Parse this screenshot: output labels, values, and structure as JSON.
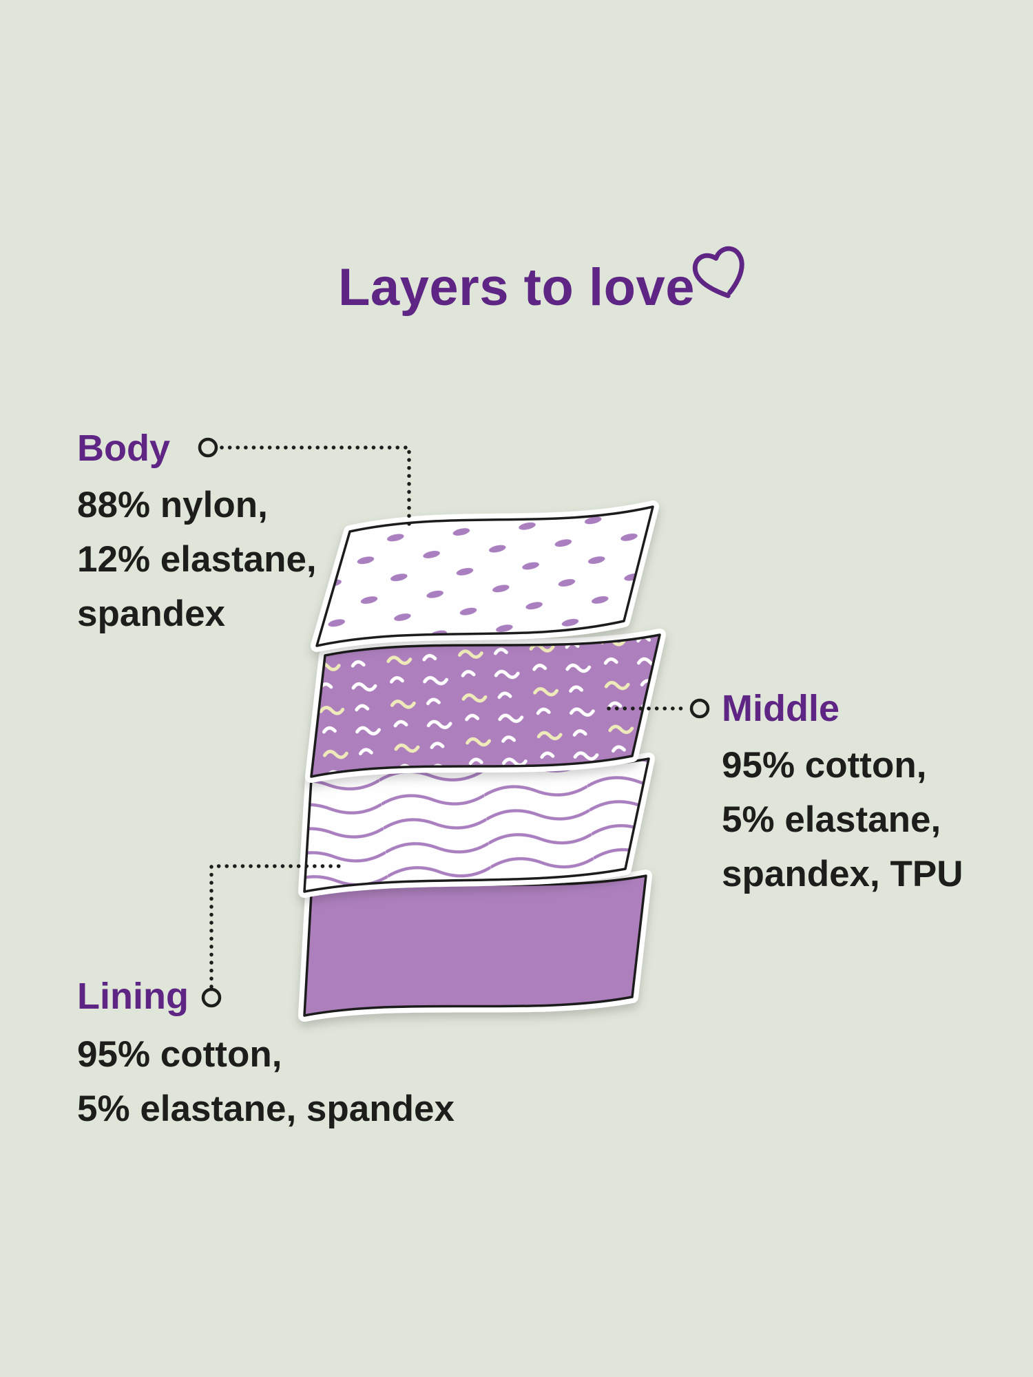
{
  "title": "Layers to love",
  "heart_icon": "heart-outline",
  "colors": {
    "background": "#dfe5d9",
    "heading_purple": "#5e2584",
    "body_text": "#1d1d1b",
    "layer_purple": "#ad80bd",
    "pattern_purple": "#aa7fc0",
    "stitch_white": "#ffffff",
    "stitch_yellow": "#efeab9",
    "sheet_white": "#fefefe",
    "outline_dark": "#1d1d1b"
  },
  "callouts": {
    "body": {
      "label": "Body",
      "lines": [
        "88% nylon,",
        "12% elastane,",
        "spandex"
      ]
    },
    "middle": {
      "label": "Middle",
      "lines": [
        "95% cotton,",
        "5% elastane,",
        "spandex, TPU"
      ]
    },
    "lining": {
      "label": "Lining",
      "lines": [
        "95% cotton,",
        "5% elastane, spandex"
      ]
    }
  },
  "layers": [
    {
      "name": "body-layer",
      "appearance": "white sheet with purple dash marks"
    },
    {
      "name": "middle-layer",
      "appearance": "purple sheet with white and yellow stitch marks"
    },
    {
      "name": "inner-layer",
      "appearance": "white sheet with purple wavy lines"
    },
    {
      "name": "lining-layer",
      "appearance": "solid purple sheet"
    }
  ]
}
